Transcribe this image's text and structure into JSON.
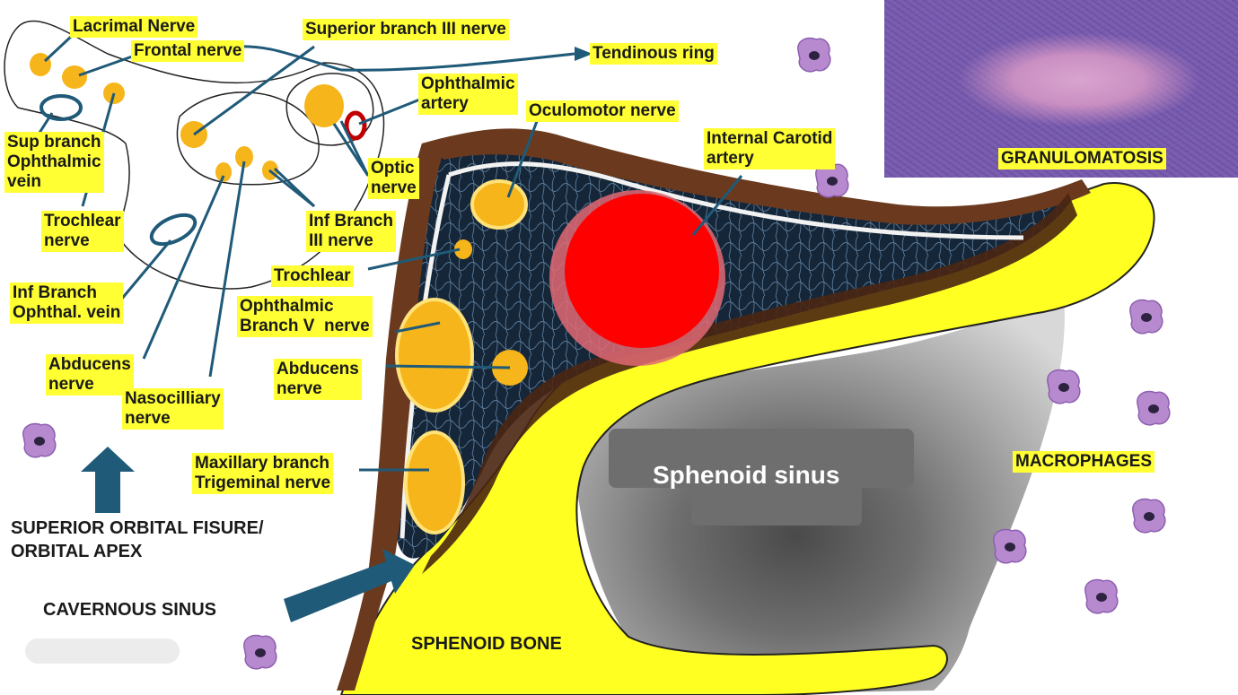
{
  "labels": {
    "lacrimal_nerve": "Lacrimal Nerve",
    "frontal_nerve": "Frontal nerve",
    "superior_branch_iii": "Superior branch III nerve",
    "tendinous_ring": "Tendinous ring",
    "ophthalmic_artery": "Ophthalmic\nartery",
    "oculomotor_nerve": "Oculomotor nerve",
    "internal_carotid": "Internal Carotid\nartery",
    "sup_branch_vein": "Sup branch\nOphthalmic\nvein",
    "trochlear_nerve_top": "Trochlear\nnerve",
    "optic_nerve": "Optic\nnerve",
    "inf_branch_iii": "Inf Branch\nIII nerve",
    "trochlear": "Trochlear",
    "inf_branch_vein": "Inf Branch\nOphthal. vein",
    "ophthalmic_branch_v": "Ophthalmic\nBranch V  nerve",
    "abducens_left": "Abducens\nnerve",
    "abducens_right": "Abducens\nnerve",
    "nasocilliary": "Nasocilliary\nnerve",
    "maxillary_branch": "Maxillary branch\nTrigeminal nerve",
    "granulomatosis": "GRANULOMATOSIS",
    "macrophages": "MACROPHAGES"
  },
  "captions": {
    "superior_orbital": "SUPERIOR ORBITAL FISURE/\nORBITAL APEX",
    "cavernous_sinus": "CAVERNOUS SINUS",
    "sphenoid_bone": "SPHENOID BONE",
    "sphenoid_sinus": "Sphenoid sinus"
  },
  "colors": {
    "label_bg": "#ffff33",
    "bone": "#ffff22",
    "nerve": "#f6b51a",
    "artery": "#ff0000",
    "dura": "#6b3a1e",
    "arrow": "#1f5a78",
    "macrophage": "#b78ad0"
  },
  "icons": {
    "macrophage": "macrophage-cell-icon",
    "arrow": "arrow-icon"
  }
}
